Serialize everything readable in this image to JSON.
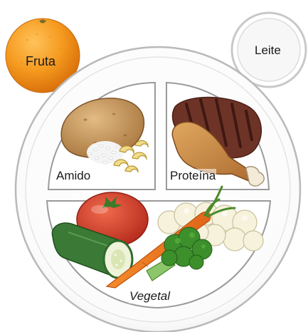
{
  "labels": {
    "fruit": "Fruta",
    "milk": "Leite",
    "starch": "Amido",
    "protein": "Proteína",
    "vegetable": "Vegetal"
  },
  "colors": {
    "orange": "#f0921e",
    "plate_rim": "#b9b9b9",
    "potato": "#c08e55",
    "steak": "#7a3b2e",
    "chicken": "#c98a4a",
    "tomato": "#d63b2a",
    "cucumber": "#3f7a3a",
    "carrot": "#f07a22",
    "broccoli": "#3f9a2e",
    "cauliflower": "#f3f0dc"
  },
  "icons": [
    "orange-icon",
    "milk-glass-icon",
    "potato-icon",
    "rice-icon",
    "pasta-icon",
    "steak-icon",
    "chicken-leg-icon",
    "tomato-icon",
    "cucumber-icon",
    "carrot-icon",
    "broccoli-icon",
    "cauliflower-icon"
  ]
}
